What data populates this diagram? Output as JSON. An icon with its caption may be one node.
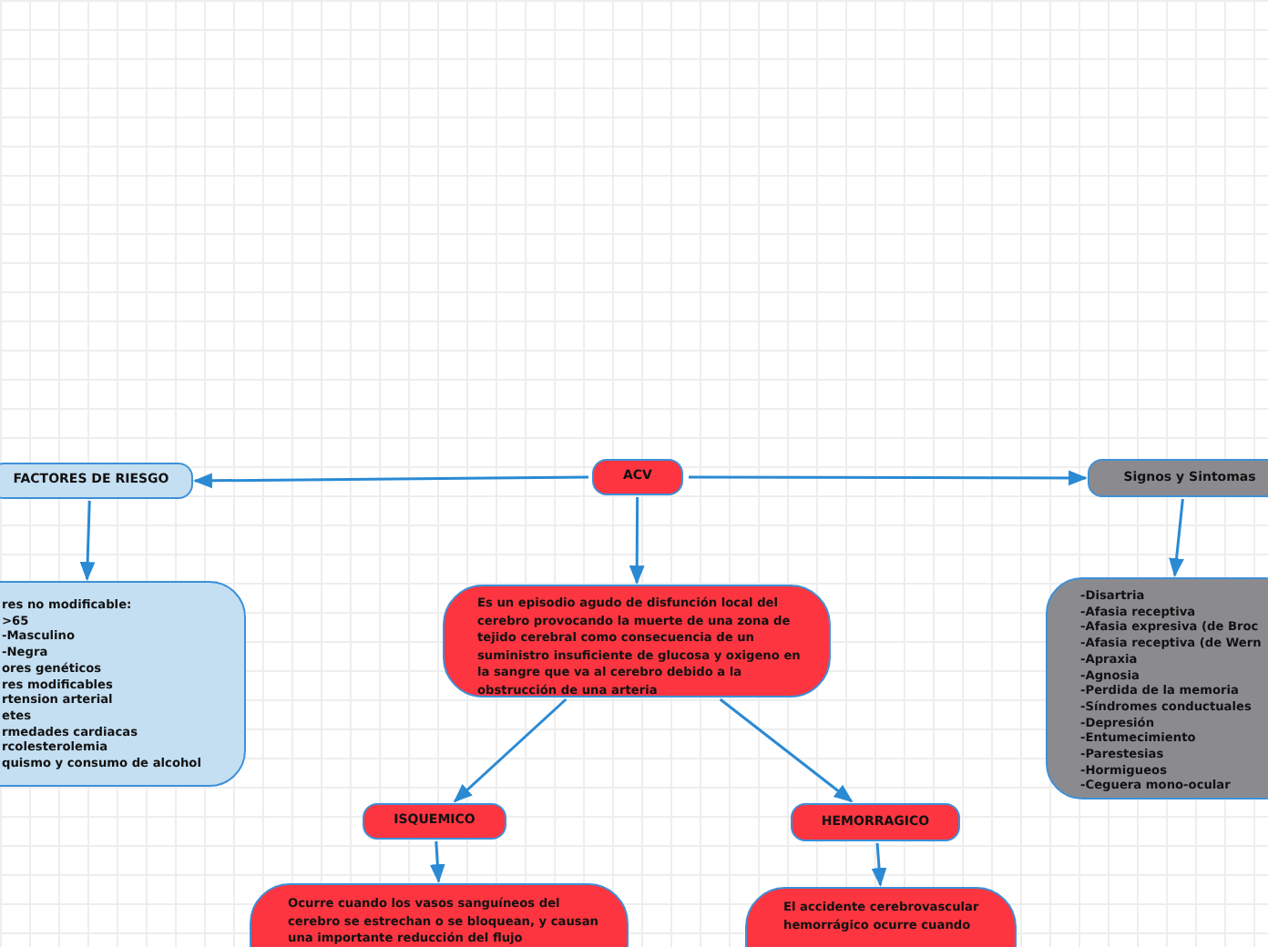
{
  "diagram": {
    "nodes": [
      {
        "text": [
          "FACTORES DE RIESGO"
        ]
      },
      {
        "text": [
          "ACV"
        ]
      },
      {
        "text": [
          "Signos y Sintomas"
        ]
      },
      {
        "text": [
          "res no modificable:",
          ">65",
          "-Masculino",
          "-Negra",
          "ores genéticos",
          "res modificables",
          "rtension arterial",
          "etes",
          "rmedades cardiacas",
          "rcolesterolemia",
          "quismo y consumo de alcohol"
        ]
      },
      {
        "text": [
          "Es un episodio agudo de disfunción local del cerebro provocando la muerte de una zona de tejido cerebral como consecuencia de un suministro insuficiente de glucosa y oxigeno en la sangre que va al cerebro debido a la obstrucción de una arteria"
        ]
      },
      {
        "text": [
          "-Disartria",
          "-Afasia receptiva",
          "-Afasia expresiva (de Broc",
          "-Afasia receptiva (de Wern",
          "-Apraxia",
          "-Agnosia",
          "-Perdida de la memoria",
          "-Síndromes conductuales",
          "-Depresión",
          "-Entumecimiento",
          "-Parestesias",
          "-Hormigueos",
          "-Ceguera mono-ocular"
        ]
      },
      {
        "text": [
          "ISQUEMICO"
        ]
      },
      {
        "text": [
          "HEMORRAGICO"
        ]
      },
      {
        "text": [
          "Ocurre cuando los vasos sanguíneos del cerebro se estrechan o se bloquean, y causan una importante reducción del flujo"
        ]
      },
      {
        "text": [
          "El accidente cerebrovascular hemorrágico ocurre cuando"
        ]
      }
    ],
    "edges": [
      {
        "from": 1,
        "to": 0,
        "arrow": "to"
      },
      {
        "from": 1,
        "to": 2,
        "arrow": "to"
      },
      {
        "from": 0,
        "to": 3,
        "arrow": "to"
      },
      {
        "from": 2,
        "to": 5,
        "arrow": "to"
      },
      {
        "from": 1,
        "to": 4,
        "arrow": "to"
      },
      {
        "from": 4,
        "to": 6,
        "arrow": "to"
      },
      {
        "from": 4,
        "to": 7,
        "arrow": "to"
      },
      {
        "from": 6,
        "to": 8,
        "arrow": "to"
      },
      {
        "from": 7,
        "to": 9,
        "arrow": "to"
      }
    ]
  }
}
